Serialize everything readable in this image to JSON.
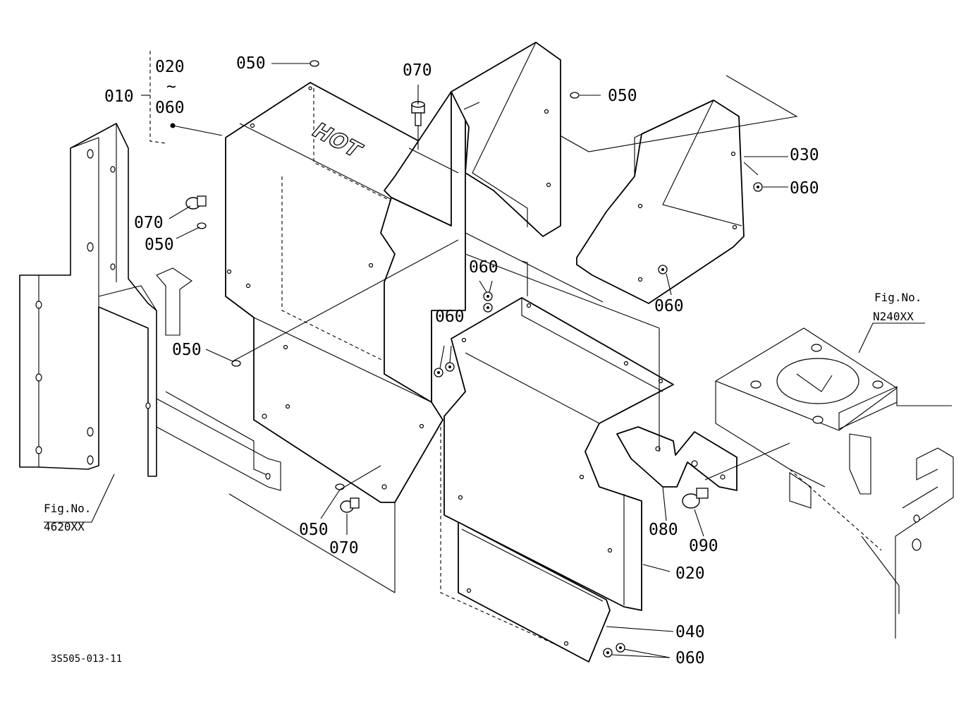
{
  "labels": {
    "p010": "010",
    "p010_range_from": "020",
    "p010_range_tilde": "~",
    "p010_range_to": "060",
    "p020": "020",
    "p030": "030",
    "p040": "040",
    "p050_top": "050",
    "p050_right": "050",
    "p050_left": "050",
    "p050_mid": "050",
    "p050_bottom": "050",
    "p060_right_top": "060",
    "p060_right_mid": "060",
    "p060_center_a": "060",
    "p060_center_b": "060",
    "p060_bottom": "060",
    "p070_top": "070",
    "p070_left": "070",
    "p070_bottom": "070",
    "p080": "080",
    "p090": "090"
  },
  "refs": {
    "left_fig_title": "Fig.No.",
    "left_fig_number": "4620XX",
    "right_fig_title": "Fig.No.",
    "right_fig_number": "N240XX"
  },
  "embossed_text": "HOT",
  "drawing_code": "3S505-013-11"
}
